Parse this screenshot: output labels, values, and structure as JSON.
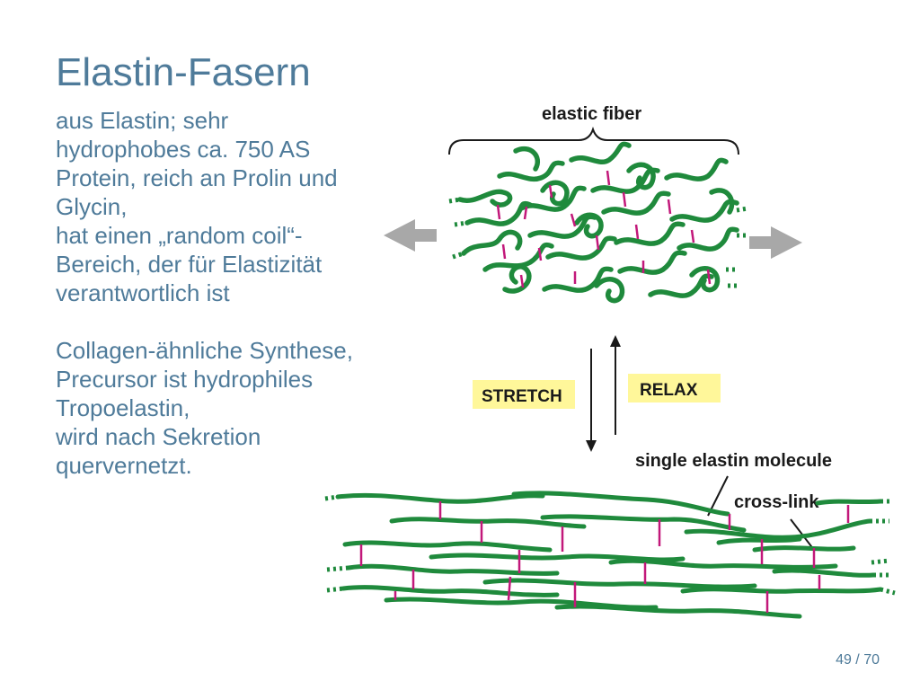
{
  "slide": {
    "title": "Elastin-Fasern",
    "body_lines": [
      "aus Elastin; sehr",
      "hydrophobes ca. 750 AS",
      "Protein, reich an Prolin und",
      "Glycin,",
      "hat einen „random coil“-",
      "Bereich, der für Elastizität",
      "verantwortlich ist",
      "",
      "Collagen-ähnliche Synthese,",
      "Precursor ist hydrophiles",
      "Tropoelastin,",
      "wird nach Sekretion",
      "quervernetzt."
    ],
    "page_number": "49 / 70"
  },
  "figure": {
    "label_elastic_fiber": "elastic fiber",
    "label_stretch": "STRETCH",
    "label_relax": "RELAX",
    "label_single_molecule": "single elastin molecule",
    "label_cross_link": "cross-link",
    "colors": {
      "strand": "#1f8a3c",
      "crosslink": "#c2187a",
      "highlight_box": "#fff79a",
      "arrow_gray": "#a8a8a8",
      "text_blue": "#4f7b9a"
    }
  }
}
